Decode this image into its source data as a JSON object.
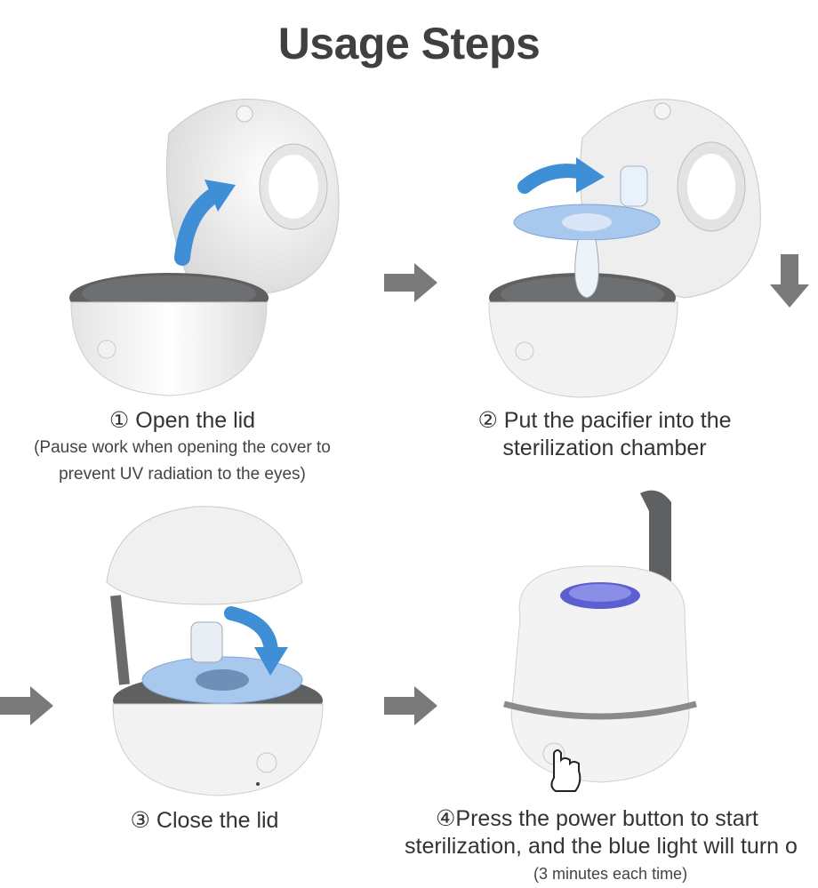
{
  "title": "Usage Steps",
  "steps": [
    {
      "label": "① Open the lid",
      "note": "(Pause work when opening the cover to prevent UV radiation to the eyes)",
      "note_line1": "(Pause work when opening the cover to",
      "note_line2": "prevent UV radiation to the eyes)"
    },
    {
      "label_line1": "② Put the pacifier into the",
      "label_line2": "sterilization chamber"
    },
    {
      "label": "③ Close the lid"
    },
    {
      "label_line1": "④Press the power button to start",
      "label_line2": "sterilization, and the blue light will turn o",
      "note": "(3 minutes each time)"
    }
  ],
  "colors": {
    "device_white": "#f2f2f2",
    "rim_gray": "#5f6062",
    "arrow_blue": "#3f8fd6",
    "flow_arrow_gray": "#7a7a7a",
    "uv_purple": "#5b5fd0"
  },
  "icons": [
    "right-arrow-icon",
    "down-arrow-icon",
    "curved-blue-arrow-icon",
    "power-icon",
    "hand-pointer-icon"
  ]
}
